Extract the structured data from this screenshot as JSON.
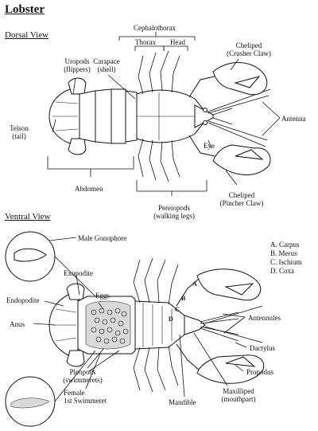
{
  "title": "Lobster",
  "dorsal": {
    "heading": "Dorsal View",
    "labels": {
      "cephalothorax": "Cephalothorax",
      "thorax": "Thorax",
      "head": "Head",
      "uropods": [
        "Uropods",
        "(flippers)"
      ],
      "carapace": [
        "Carapace",
        "(shell)"
      ],
      "cheliped_crusher": [
        "Cheliped",
        "(Crusher Claw)"
      ],
      "antenna": "Antenna",
      "eye": "Eye",
      "telson": [
        "Telson",
        "(tail)"
      ],
      "abdomen": "Abdomen",
      "pereiopods": [
        "Pereiopods",
        "(walking legs)"
      ],
      "cheliped_pincher": [
        "Cheliped",
        "(Pincher Claw)"
      ]
    }
  },
  "ventral": {
    "heading": "Ventral View",
    "labels": {
      "male_gonophore": "Male Gonophore",
      "exopodite": "Exopodite",
      "endopodite": "Endopodite",
      "eggs": "Eggs",
      "anus": "Anus",
      "pleopods": [
        "Pleopods",
        "(swimmerets)"
      ],
      "female_swimmeret": [
        "Female",
        "1st Swimmeret"
      ],
      "mandible": "Mandible",
      "maxilliped": [
        "Maxilliped",
        "(mouthpart)"
      ],
      "antennules": "Antennules",
      "dactylus": "Dactylus",
      "propodus": "Propodus"
    },
    "key": [
      "A. Carpus",
      "B. Merus",
      "C. Ischium",
      "D. Coxa"
    ],
    "markers": [
      "A",
      "B",
      "C",
      "D"
    ]
  }
}
